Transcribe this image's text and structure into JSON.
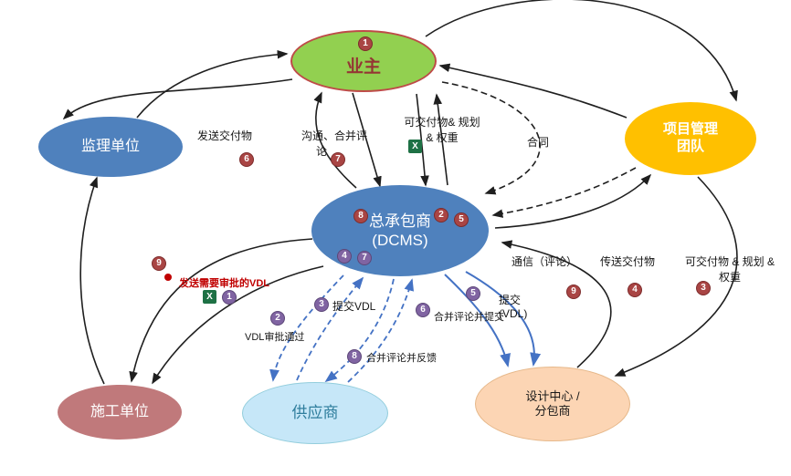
{
  "diagram": {
    "nodes": {
      "owner": {
        "label": "业主",
        "badge": "1"
      },
      "supervision": {
        "label": "监理单位"
      },
      "pm_team": {
        "line1": "项目管理",
        "line2": "团队"
      },
      "contractor": {
        "line1": "总承包商",
        "line2": "(DCMS)",
        "badge_8": "8",
        "badge_2": "2",
        "badge_5": "5",
        "badge_4": "4",
        "badge_7": "7"
      },
      "construction": {
        "label": "施工单位"
      },
      "supplier": {
        "label": "供应商"
      },
      "design_center": {
        "line1": "设计中心 /",
        "line2": "分包商"
      }
    },
    "edge_labels": {
      "send_deliverables": {
        "text": "发送交付物",
        "badge": "6"
      },
      "communicate_merge": {
        "line1": "沟通、合并评",
        "line2": "论",
        "badge": "7"
      },
      "deliverables_planning_top": {
        "line1": "可交付物& 规划",
        "line2": "& 权重"
      },
      "contract": {
        "text": "合同"
      },
      "communication_comments": {
        "text": "通信（评论）",
        "badge": "9"
      },
      "transfer_deliverables": {
        "text": "传送交付物",
        "badge": "4"
      },
      "deliverables_planning_right": {
        "line1": "可交付物 & 规划 &",
        "line2": "权重",
        "badge": "3"
      },
      "send_vdl_for_approval": {
        "text": "发送需要审批的VDL",
        "badge": "1"
      },
      "vdl_approved": {
        "text": "VDL审批通过",
        "badge": "2"
      },
      "submit_vdl": {
        "text": "提交VDL",
        "badge": "3"
      },
      "merge_comments_submit": {
        "text": "合并评论并提交",
        "badge": "6"
      },
      "submit_vdl_design": {
        "line1": "提交",
        "line2": "(VDL)",
        "badge": "5"
      },
      "merge_comments_feedback": {
        "text": "合并评论并反馈",
        "badge": "8"
      },
      "standalone_badge": {
        "badge": "9"
      }
    },
    "icons": {
      "excel": "X"
    },
    "colors": {
      "owner_fill": "#92D050",
      "owner_border": "#BE4B48",
      "supervision_fill": "#4F81BD",
      "pm_team_fill": "#FFC000",
      "contractor_fill": "#4F81BD",
      "construction_fill": "#C0797B",
      "supplier_fill": "#C6E7F8",
      "design_center_fill": "#FCD5B4",
      "badge_red": "#A94544",
      "badge_purple": "#8064A2",
      "arrow_black": "#1F1F1F",
      "arrow_blue": "#4472C4",
      "vdl_text_red": "#C00000",
      "excel_green": "#1E7145"
    },
    "edges": [
      {
        "from": "owner",
        "to": "pm_team",
        "style": "solid"
      },
      {
        "from": "pm_team",
        "to": "owner",
        "style": "solid"
      },
      {
        "from": "supervision",
        "to": "owner",
        "style": "solid"
      },
      {
        "from": "owner",
        "to": "supervision",
        "style": "solid"
      },
      {
        "from": "contractor",
        "to": "owner",
        "label": "send_deliverables",
        "style": "solid"
      },
      {
        "from": "owner",
        "to": "contractor",
        "label": "communicate_merge",
        "style": "solid"
      },
      {
        "from": "owner",
        "to": "contractor",
        "label": "deliverables_planning_top",
        "style": "solid"
      },
      {
        "from": "owner",
        "to": "contractor",
        "label": "contract",
        "style": "dashed"
      },
      {
        "from": "pm_team",
        "to": "contractor",
        "style": "dashed"
      },
      {
        "from": "contractor",
        "to": "pm_team",
        "style": "solid"
      },
      {
        "from": "contractor",
        "to": "design_center",
        "label": "communication_comments",
        "style": "solid-blue"
      },
      {
        "from": "design_center",
        "to": "contractor",
        "label": "transfer_deliverables",
        "style": "solid"
      },
      {
        "from": "pm_team",
        "to": "design_center",
        "label": "deliverables_planning_right",
        "style": "solid"
      },
      {
        "from": "contractor",
        "to": "construction",
        "label": "standalone_badge",
        "style": "solid"
      },
      {
        "from": "contractor",
        "to": "construction",
        "label": "send_vdl_for_approval",
        "style": "solid"
      },
      {
        "from": "construction",
        "to": "supervision",
        "style": "solid"
      },
      {
        "from": "contractor",
        "to": "supplier",
        "label": "vdl_approved",
        "style": "dashed-blue"
      },
      {
        "from": "supplier",
        "to": "contractor",
        "label": "submit_vdl",
        "style": "dashed-blue"
      },
      {
        "from": "supplier",
        "to": "contractor",
        "label": "merge_comments_submit",
        "style": "dashed-blue"
      },
      {
        "from": "contractor",
        "to": "supplier",
        "label": "merge_comments_feedback",
        "style": "dashed-blue"
      },
      {
        "from": "contractor",
        "to": "design_center",
        "label": "submit_vdl_design",
        "style": "solid-blue"
      }
    ]
  }
}
